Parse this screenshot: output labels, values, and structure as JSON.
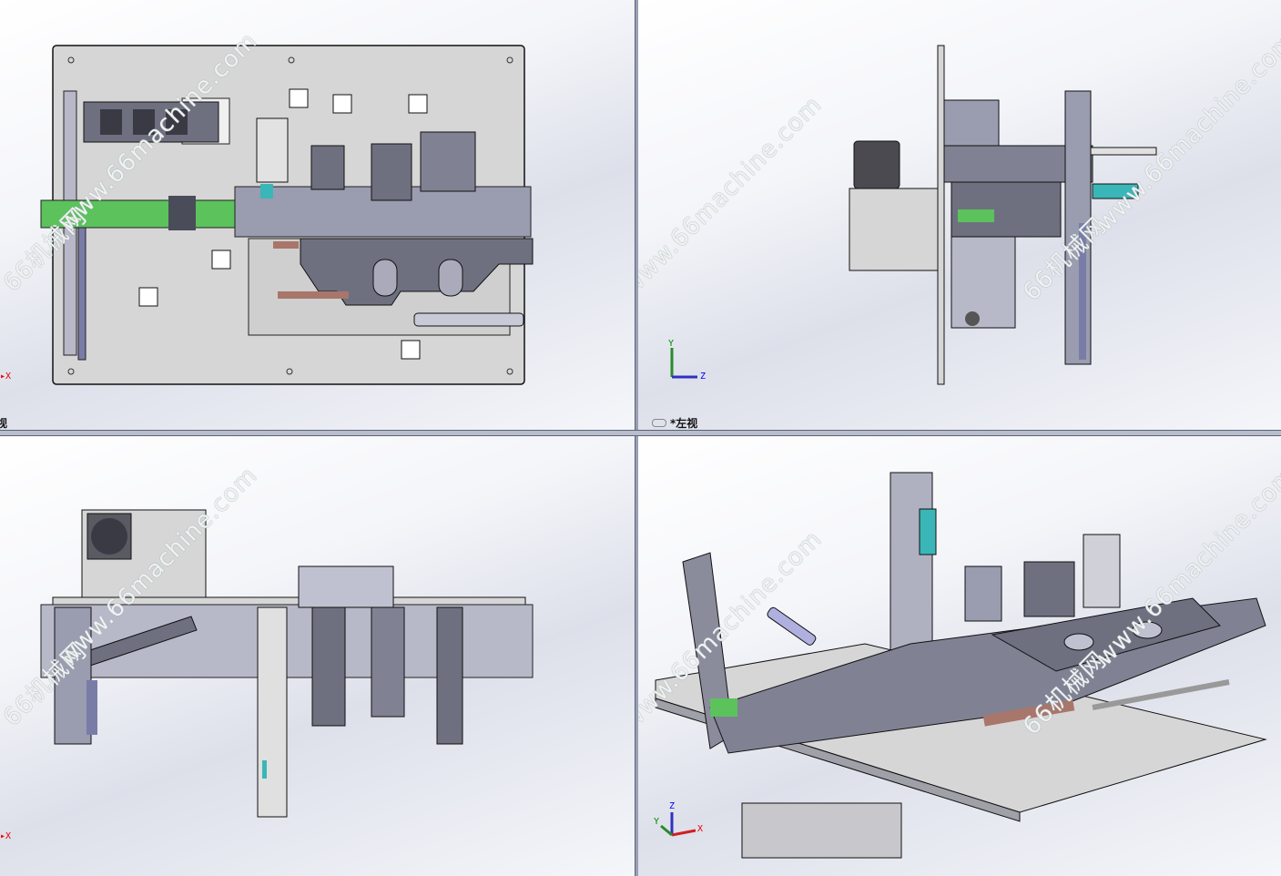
{
  "viewports": {
    "top_left": {
      "label": "视"
    },
    "top_right": {
      "label": "*左视"
    },
    "bottom_left": {
      "label": ""
    },
    "bottom_right": {
      "label": ""
    }
  },
  "watermark": {
    "site": "www.66machine.com",
    "brand": "66机械网"
  },
  "triad": {
    "x": "X",
    "y": "Y",
    "z": "Z"
  },
  "colors": {
    "plate": "#d6d6d6",
    "part_dark": "#6e7080",
    "part_mid": "#9a9cb0",
    "green": "#5cc25c",
    "teal": "#3ab6b8",
    "copper": "#a8766a"
  }
}
